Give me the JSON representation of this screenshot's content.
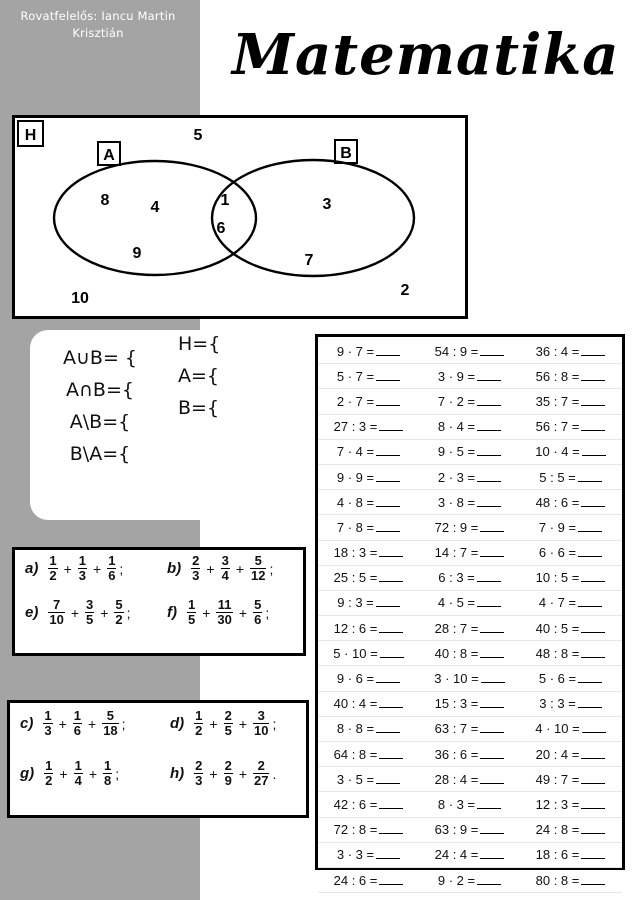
{
  "header": {
    "byline": "Rovatfelelős: Iancu Martin Krisztián",
    "title": "Matematika"
  },
  "venn": {
    "universe_label": "H",
    "set_a_label": "A",
    "set_b_label": "B",
    "numbers": {
      "outside_top": "5",
      "a_8": "8",
      "a_4": "4",
      "a_9": "9",
      "both_1": "1",
      "both_6": "6",
      "b_3": "3",
      "b_7": "7",
      "outside_10": "10",
      "outside_2": "2"
    }
  },
  "sets": {
    "left": [
      "A∪B= {",
      "A∩B={",
      "A\\B={",
      "B\\A={"
    ],
    "right": [
      "H={",
      "A={",
      "B={"
    ]
  },
  "fractions_box1": [
    {
      "label": "a)",
      "terms": [
        [
          "1",
          "2"
        ],
        [
          "1",
          "3"
        ],
        [
          "1",
          "6"
        ]
      ],
      "trail": ";"
    },
    {
      "label": "b)",
      "terms": [
        [
          "2",
          "3"
        ],
        [
          "3",
          "4"
        ],
        [
          "5",
          "12"
        ]
      ],
      "trail": ";"
    },
    {
      "label": "e)",
      "terms": [
        [
          "7",
          "10"
        ],
        [
          "3",
          "5"
        ],
        [
          "5",
          "2"
        ]
      ],
      "trail": ";"
    },
    {
      "label": "f)",
      "terms": [
        [
          "1",
          "5"
        ],
        [
          "11",
          "30"
        ],
        [
          "5",
          "6"
        ]
      ],
      "trail": ";"
    }
  ],
  "fractions_box2": [
    {
      "label": "c)",
      "terms": [
        [
          "1",
          "3"
        ],
        [
          "1",
          "6"
        ],
        [
          "5",
          "18"
        ]
      ],
      "trail": ";"
    },
    {
      "label": "d)",
      "terms": [
        [
          "1",
          "2"
        ],
        [
          "2",
          "5"
        ],
        [
          "3",
          "10"
        ]
      ],
      "trail": ";"
    },
    {
      "label": "g)",
      "terms": [
        [
          "1",
          "2"
        ],
        [
          "1",
          "4"
        ],
        [
          "1",
          "8"
        ]
      ],
      "trail": ";"
    },
    {
      "label": "h)",
      "terms": [
        [
          "2",
          "3"
        ],
        [
          "2",
          "9"
        ],
        [
          "2",
          "27"
        ]
      ],
      "trail": "."
    }
  ],
  "operations": [
    [
      "9 · 7 =",
      "54 : 9 =",
      "36 : 4 ="
    ],
    [
      "5 · 7 =",
      "3 · 9 =",
      "56 : 8 ="
    ],
    [
      "2 · 7 =",
      "7 · 2 =",
      "35 : 7 ="
    ],
    [
      "27 : 3 =",
      "8 · 4 =",
      "56 : 7 ="
    ],
    [
      "7 · 4 =",
      "9 · 5 =",
      "10 · 4 ="
    ],
    [
      "9 · 9 =",
      "2 · 3 =",
      "5 : 5 ="
    ],
    [
      "4 · 8 =",
      "3 · 8 =",
      "48 : 6 ="
    ],
    [
      "7 · 8 =",
      "72 : 9 =",
      "7 · 9 ="
    ],
    [
      "18 : 3 =",
      "14 : 7 =",
      "6 · 6 ="
    ],
    [
      "25 : 5 =",
      "6 : 3 =",
      "10 : 5 ="
    ],
    [
      "9 : 3 =",
      "4 · 5 =",
      "4 · 7 ="
    ],
    [
      "12 : 6 =",
      "28 : 7 =",
      "40 : 5 ="
    ],
    [
      "5 · 10 =",
      "40 : 8 =",
      "48 : 8 ="
    ],
    [
      "9 · 6 =",
      "3 · 10 =",
      "5 · 6 ="
    ],
    [
      "40 : 4 =",
      "15 : 3 =",
      "3 : 3 ="
    ],
    [
      "8 · 8 =",
      "63 : 7 =",
      "4 · 10 ="
    ],
    [
      "64 : 8 =",
      "36 : 6 =",
      "20 : 4 ="
    ],
    [
      "3 · 5 =",
      "28 : 4 =",
      "49 : 7 ="
    ],
    [
      "42 : 6 =",
      "8 · 3 =",
      "12 : 3 ="
    ],
    [
      "72 : 8 =",
      "63 : 9 =",
      "24 : 8 ="
    ],
    [
      "3 · 3 =",
      "24 : 4 =",
      "18 : 6 ="
    ],
    [
      "24 : 6 =",
      "9 · 2 =",
      "80 : 8 ="
    ]
  ]
}
